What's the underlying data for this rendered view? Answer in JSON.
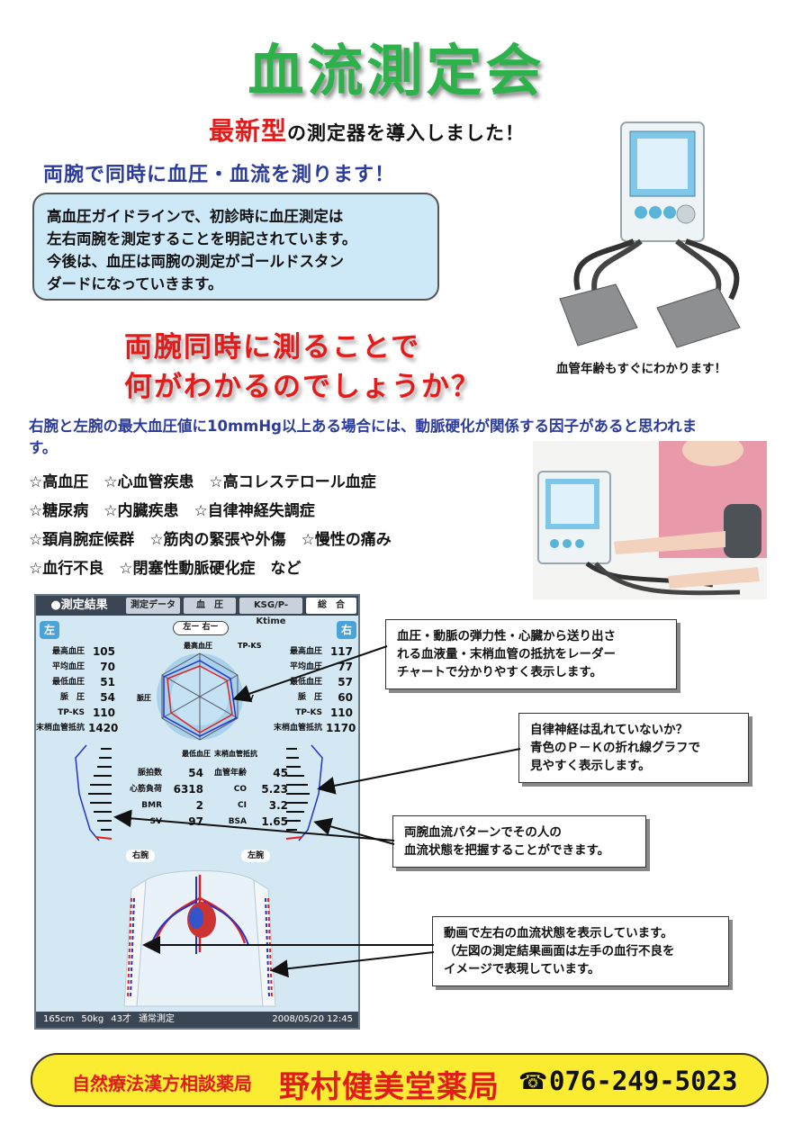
{
  "title": "血流測定会",
  "tagline": {
    "highlight": "最新型",
    "rest": "の測定器を導入しました！"
  },
  "sub_heading": "両腕で同時に血圧・血流を測ります！",
  "info_box": [
    "高血圧ガイドラインで、初診時に血圧測定は",
    "左右両腕を測定することを明記されています。",
    "今後は、血圧は両腕の測定がゴールドスタン",
    "ダードになっていきます。"
  ],
  "device_caption": "血管年齢もすぐにわかります！",
  "question": [
    "両腕同時に測ることで",
    "何がわかるのでしょうか？"
  ],
  "lead": "右腕と左腕の最大血圧値に10mmHg以上ある場合には、動脈硬化が関係する因子があると思われます。",
  "conditions": [
    "☆高血圧　☆心血管疾患　☆高コレステロール血症",
    "☆糖尿病　☆内臓疾患　☆自律神経失調症",
    "☆頚肩腕症候群　☆筋肉の緊張や外傷　☆慢性の痛み",
    "☆血行不良　☆閉塞性動脈硬化症　など"
  ],
  "screen": {
    "tabs": [
      "●測定結果",
      "測定データ",
      "血　圧",
      "KSG/P-Ktime",
      "総　合"
    ],
    "left_tag": "左",
    "right_tag": "右",
    "lr_tag": "左ー 右ー",
    "left_values": [
      {
        "label": "最高血圧",
        "value": "105"
      },
      {
        "label": "平均血圧",
        "value": "70"
      },
      {
        "label": "最低血圧",
        "value": "51"
      },
      {
        "label": "脈　圧",
        "value": "54"
      },
      {
        "label": "TP-KS",
        "value": "110"
      },
      {
        "label": "末梢血管抵抗",
        "value": "1420"
      }
    ],
    "right_values": [
      {
        "label": "最高血圧",
        "value": "117"
      },
      {
        "label": "平均血圧",
        "value": "77"
      },
      {
        "label": "最低血圧",
        "value": "57"
      },
      {
        "label": "脈　圧",
        "value": "60"
      },
      {
        "label": "TP-KS",
        "value": "110"
      },
      {
        "label": "末梢血管抵抗",
        "value": "1170"
      }
    ],
    "radar_labels": [
      "最高血圧",
      "TP-KS",
      "SV",
      "最低血圧",
      "末梢血管抵抗",
      "脈圧"
    ],
    "stats": [
      {
        "l1": "脈拍数",
        "v1": "54",
        "l2": "血管年齢",
        "v2": "45"
      },
      {
        "l1": "心筋負荷",
        "v1": "6318",
        "l2": "CO",
        "v2": "5.23"
      },
      {
        "l1": "BMR",
        "v1": "2",
        "l2": "CI",
        "v2": "3.2"
      },
      {
        "l1": "SV",
        "v1": "97",
        "l2": "BSA",
        "v2": "1.65"
      }
    ],
    "arm_right": "右腕",
    "arm_left": "左腕",
    "status": {
      "height": "165cm",
      "weight": "50kg",
      "age": "43才",
      "mode": "通常測定",
      "datetime": "2008/05/20 12:45"
    }
  },
  "callouts": {
    "c1": [
      "血圧・動脈の弾力性・心臓から送り出さ",
      "れる血液量・末梢血管の抵抗をレーダー",
      "チャートで分かりやすく表示します。"
    ],
    "c2": [
      "自律神経は乱れていないか？",
      "青色のＰ－Ｋの折れ線グラフで",
      "見やすく表示します。"
    ],
    "c3": [
      "両腕血流パターンでその人の",
      "血流状態を把握することができます。"
    ],
    "c4": [
      "動画で左右の血流状態を表示しています。",
      "（左図の測定結果画面は左手の血行不良を",
      "イメージで表現しています。"
    ]
  },
  "footer": {
    "sub": "自然療法漢方相談薬局",
    "name": "野村健美堂薬局",
    "tel_icon": "☎",
    "tel": "076-249-5023"
  },
  "colors": {
    "title_green": "#2db14a",
    "accent_red": "#e21b1b",
    "navy": "#2b3c9a",
    "box_blue": "#cde8f7",
    "footer_yellow": "#fbec32"
  }
}
